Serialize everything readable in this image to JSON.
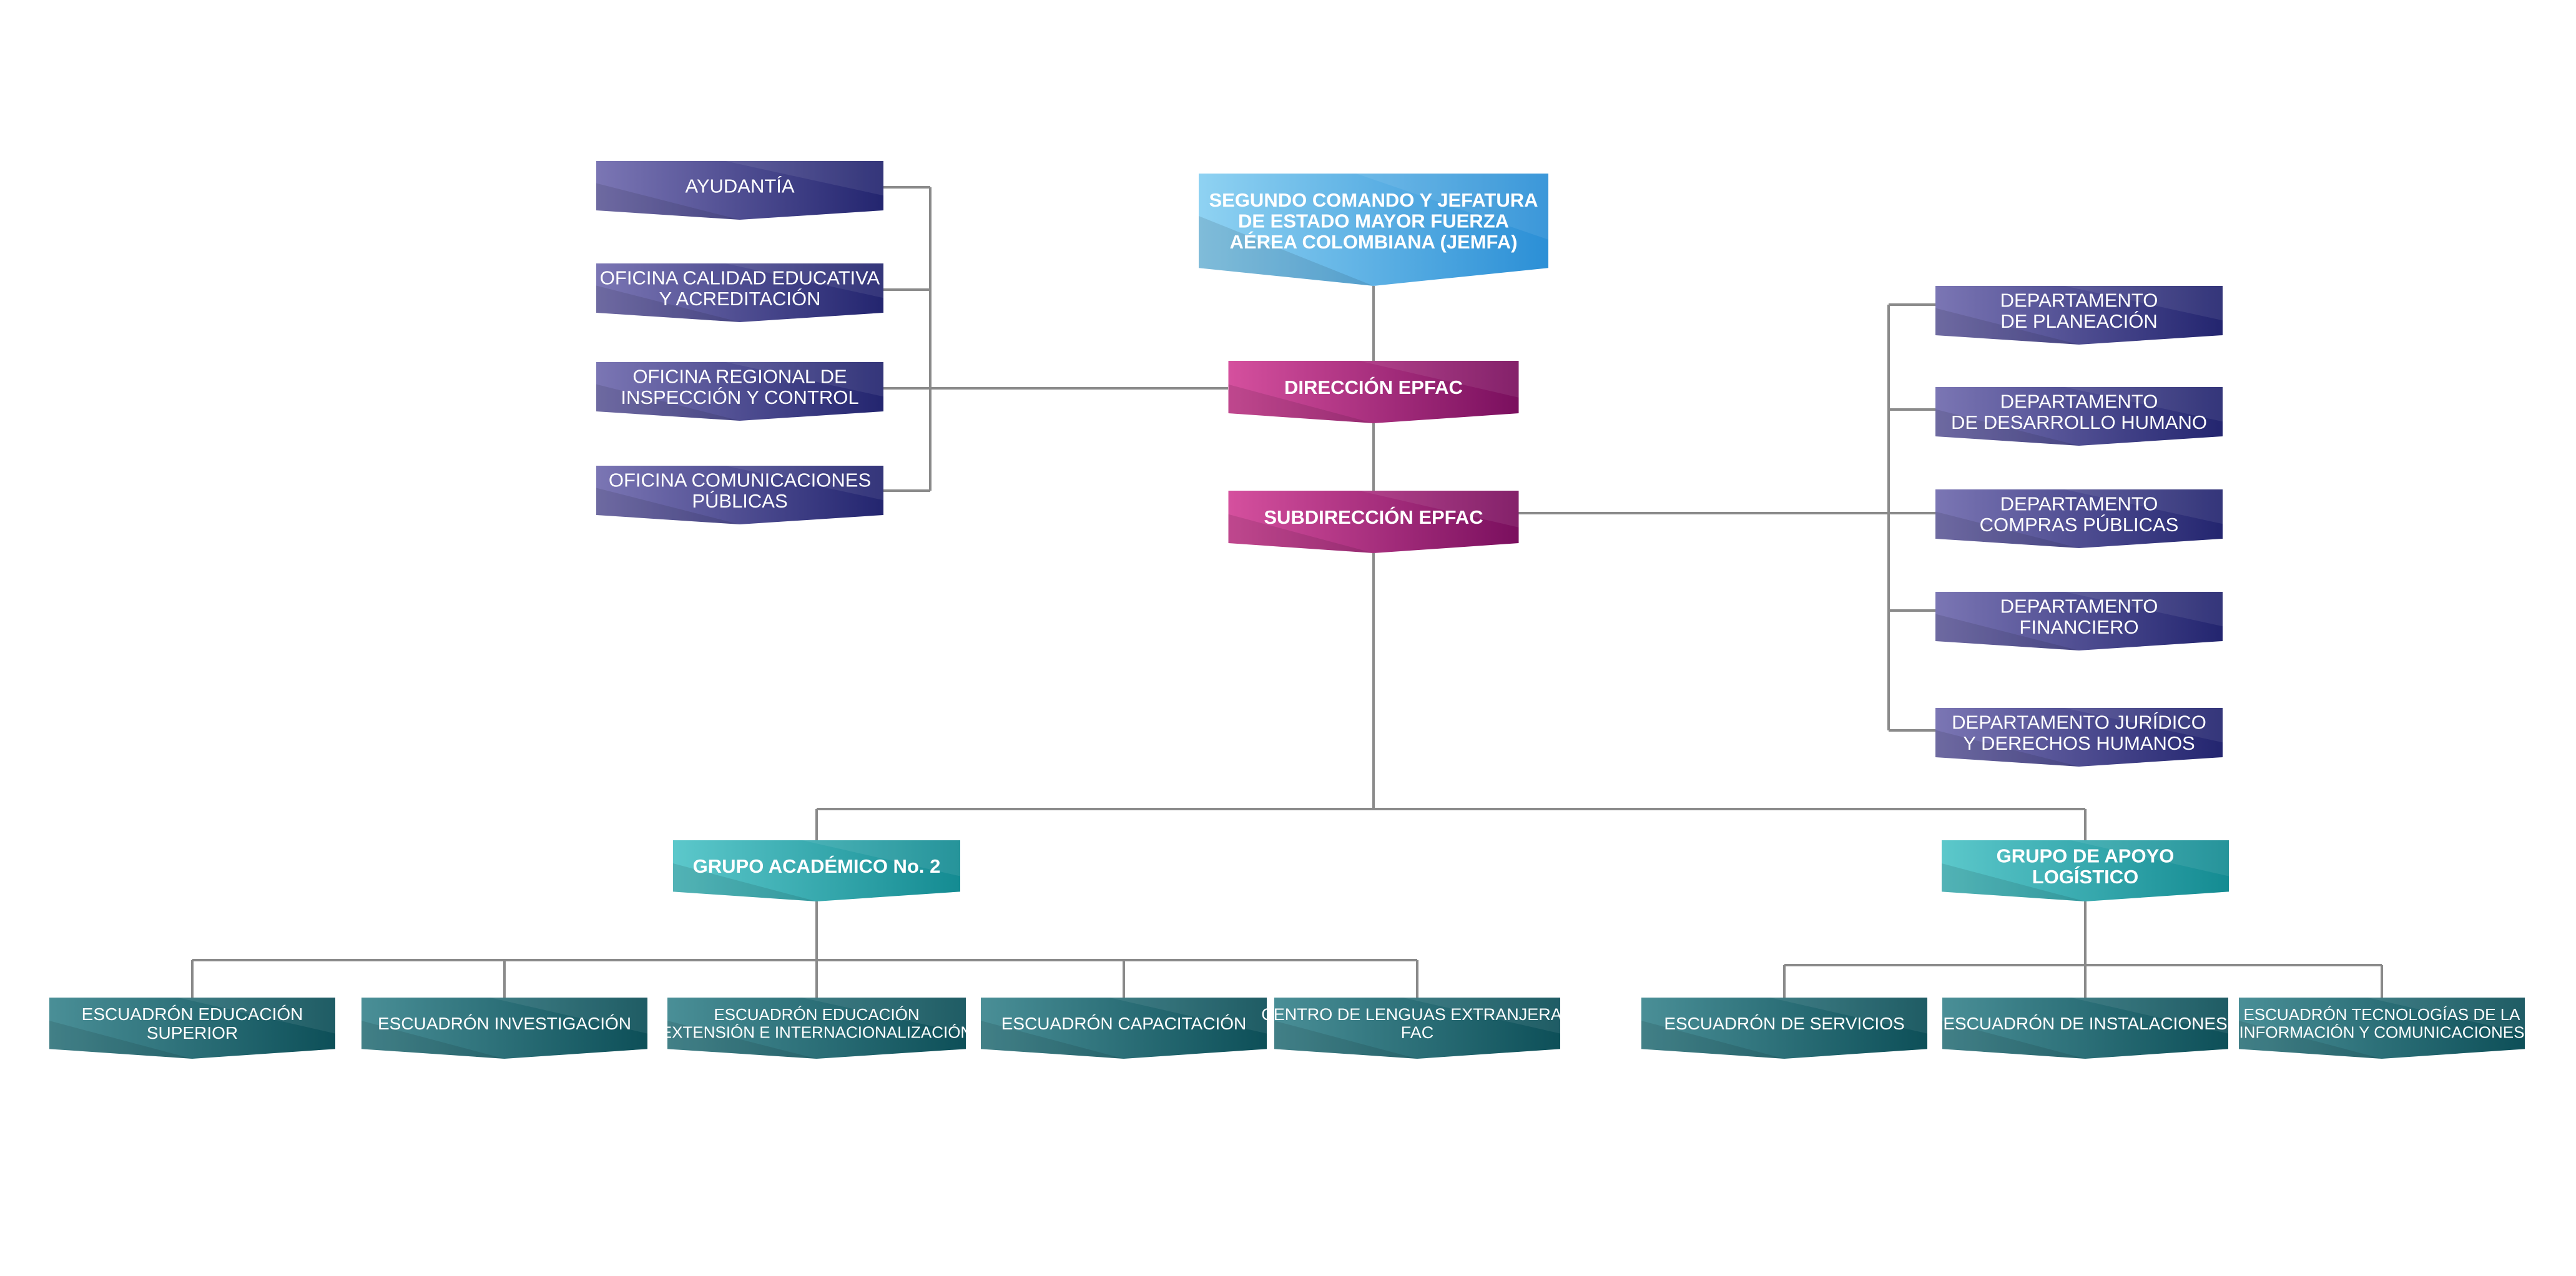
{
  "colors": {
    "top": [
      "#8fd2f2",
      "#2b8fd6"
    ],
    "magenta": [
      "#d5509e",
      "#7a0f5e"
    ],
    "navy": [
      "#7b76b4",
      "#23256f"
    ],
    "teal": [
      "#5cc8cb",
      "#148b92"
    ],
    "darkteal": [
      "#4a8f97",
      "#0d4f58"
    ],
    "line": "#8a8a8a"
  },
  "nodes": {
    "jemfa": [
      "SEGUNDO COMANDO Y JEFATURA",
      "DE ESTADO MAYOR FUERZA",
      "AÉREA COLOMBIANA (JEMFA)"
    ],
    "direccion": [
      "DIRECCIÓN EPFAC"
    ],
    "subdireccion": [
      "SUBDIRECCIÓN EPFAC"
    ],
    "ayudantia": [
      "AYUDANTÍA"
    ],
    "calidad": [
      "OFICINA CALIDAD EDUCATIVA",
      "Y ACREDITACIÓN"
    ],
    "inspeccion": [
      "OFICINA REGIONAL DE",
      "INSPECCIÓN Y CONTROL"
    ],
    "comunicaciones": [
      "OFICINA COMUNICACIONES",
      "PÚBLICAS"
    ],
    "planeacion": [
      "DEPARTAMENTO",
      "DE PLANEACIÓN"
    ],
    "desarrollo": [
      "DEPARTAMENTO",
      "DE DESARROLLO HUMANO"
    ],
    "compras": [
      "DEPARTAMENTO",
      "COMPRAS PÚBLICAS"
    ],
    "financiero": [
      "DEPARTAMENTO",
      "FINANCIERO"
    ],
    "juridico": [
      "DEPARTAMENTO JURÍDICO",
      "Y DERECHOS HUMANOS"
    ],
    "academico": [
      "GRUPO ACADÉMICO No. 2"
    ],
    "apoyo": [
      "GRUPO DE APOYO",
      "LOGÍSTICO"
    ],
    "esc_superior": [
      "ESCUADRÓN EDUCACIÓN",
      "SUPERIOR"
    ],
    "esc_investigacion": [
      "ESCUADRÓN INVESTIGACIÓN"
    ],
    "esc_extension": [
      "ESCUADRÓN EDUCACIÓN",
      "EXTENSIÓN E INTERNACIONALIZACIÓN"
    ],
    "esc_capacitacion": [
      "ESCUADRÓN CAPACITACIÓN"
    ],
    "centro_lenguas": [
      "CENTRO DE LENGUAS EXTRANJERAS",
      "FAC"
    ],
    "esc_servicios": [
      "ESCUADRÓN DE SERVICIOS"
    ],
    "esc_instalaciones": [
      "ESCUADRÓN DE INSTALACIONES"
    ],
    "esc_tic": [
      "ESCUADRÓN TECNOLOGÍAS DE LA",
      "INFORMACIÓN Y COMUNICACIONES"
    ]
  }
}
